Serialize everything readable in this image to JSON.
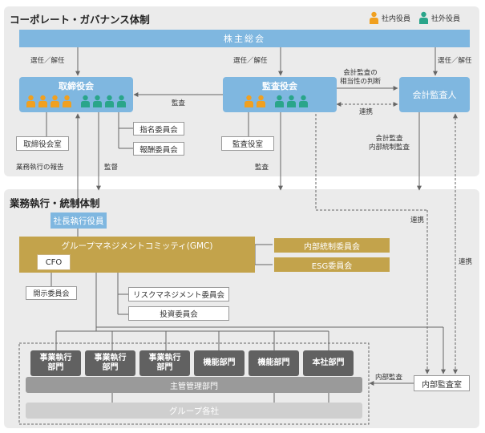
{
  "colors": {
    "internal": "#f0a020",
    "external": "#2aa58a",
    "blue": "#7fb7e0",
    "gold": "#c3a34b",
    "dark": "#616161"
  },
  "governance": {
    "title": "コーポレート・ガバナンス体制",
    "legend_internal": "社内役員",
    "legend_external": "社外役員",
    "shareholders": "株主総会",
    "appoint_left": "選任／解任",
    "appoint_center": "選任／解任",
    "appoint_right": "選任／解任",
    "board": {
      "title": "取締役会",
      "internal_count": 4,
      "external_count": 4
    },
    "audit_board": {
      "title": "監査役会",
      "internal_count": 2,
      "external_count": 3
    },
    "auditor": "会計監査人",
    "board_office": "取締役会室",
    "audit_office": "監査役室",
    "nomination": "指名委員会",
    "compensation": "報酬委員会",
    "audit_arrow": "監査",
    "accounting_judgment": "会計監査の\n相当性の判断",
    "cooperation1": "連携",
    "report_label": "業務執行の報告",
    "supervise_label": "監督",
    "audit_down_label": "監査",
    "auditor_down_label": "会計監査\n内部統制監査"
  },
  "execution": {
    "title": "業務執行・統制体制",
    "president": "社長執行役員",
    "gmc": "グループマネジメントコミッティ(GMC)",
    "cfo": "CFO",
    "internal_control": "内部統制委員会",
    "esg": "ESG委員会",
    "disclosure": "開示委員会",
    "risk": "リスクマネジメント委員会",
    "investment": "投資委員会",
    "cooperation2": "連携",
    "cooperation3": "連携",
    "internal_audit_label": "内部監査",
    "internal_audit_office": "内部監査室",
    "units": [
      "事業執行\n部門",
      "事業執行\n部門",
      "事業執行\n部門",
      "機能部門",
      "機能部門",
      "本社部門"
    ],
    "management": "主管管理部門",
    "group": "グループ各社"
  }
}
